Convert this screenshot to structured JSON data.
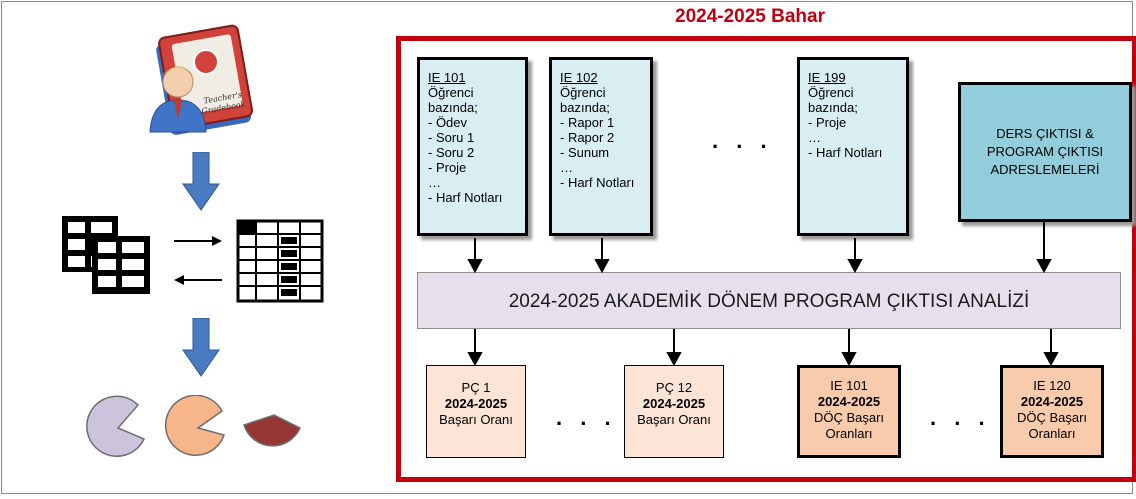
{
  "term_title": "2024-2025 Bahar",
  "courses": [
    {
      "code": "IE 101",
      "lines": [
        "Öğrenci",
        "bazında;",
        "- Ödev",
        "- Soru 1",
        "- Soru 2",
        "- Proje",
        "…",
        "- Harf Notları"
      ]
    },
    {
      "code": "IE 102",
      "lines": [
        "Öğrenci",
        "bazında;",
        "- Rapor 1",
        "- Rapor 2",
        "- Sunum",
        "…",
        "- Harf Notları"
      ]
    },
    {
      "code": "IE 199",
      "lines": [
        "Öğrenci",
        "bazında;",
        "- Proje",
        "…",
        "- Harf Notları"
      ]
    }
  ],
  "course_ellipsis": ". . .",
  "mapping_box": [
    "DERS ÇIKTISI &",
    "PROGRAM ÇIKTISI",
    "ADRESLEMELERİ"
  ],
  "analysis_label": "2024-2025 AKADEMİK DÖNEM PROGRAM ÇIKTISI ANALİZİ",
  "results": [
    {
      "top": "PÇ 1",
      "year": "2024-2025",
      "bottom": [
        "Başarı Oranı"
      ]
    },
    {
      "top": "PÇ 12",
      "year": "2024-2025",
      "bottom": [
        "Başarı Oranı"
      ]
    },
    {
      "top": "IE 101",
      "year": "2024-2025",
      "bottom": [
        "DÖÇ Başarı",
        "Oranları"
      ]
    },
    {
      "top": "IE 120",
      "year": "2024-2025",
      "bottom": [
        "DÖÇ Başarı",
        "Oranları"
      ]
    }
  ],
  "result_ellipsis": ". . .",
  "gradebook_label": [
    "Teacher's",
    "Gradebook"
  ],
  "colors": {
    "term_red": "#c0000f",
    "course_fill": "#d9eef2",
    "mapping_fill": "#92cddc",
    "analysis_fill": "#e6e0ec",
    "po_fill": "#fce4d6",
    "co_fill": "#f8cbad",
    "flow_arrow": "#4a7bc0",
    "pie_lavender": "#ccc4dc",
    "pie_orange": "#f7b68a",
    "pie_maroon": "#943634"
  }
}
